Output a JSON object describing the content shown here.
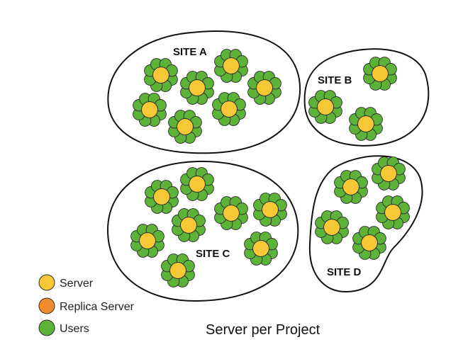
{
  "colors": {
    "server": "#f7c836",
    "replica_server": "#f08a2c",
    "users": "#5cb338",
    "outline": "#111111",
    "node_stroke": "#2e2e2e"
  },
  "sites": [
    {
      "id": "site-a",
      "label": "SITE A",
      "nodes": 7
    },
    {
      "id": "site-b",
      "label": "SITE B",
      "nodes": 3
    },
    {
      "id": "site-c",
      "label": "SITE C",
      "nodes": 8
    },
    {
      "id": "site-d",
      "label": "SITE D",
      "nodes": 5
    }
  ],
  "legend": [
    {
      "key": "server",
      "label": "Server"
    },
    {
      "key": "replica_server",
      "label": "Replica Server"
    },
    {
      "key": "users",
      "label": "Users"
    }
  ],
  "caption": "Server per Project"
}
